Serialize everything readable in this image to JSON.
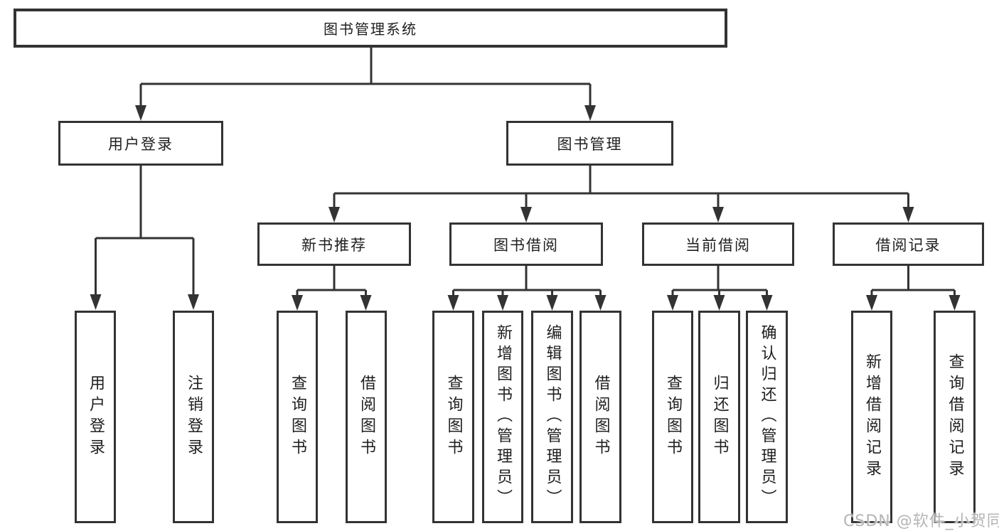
{
  "diagram": {
    "root": {
      "label": "图书管理系统"
    },
    "level1": [
      {
        "label": "用户登录"
      },
      {
        "label": "图书管理"
      }
    ],
    "level2": [
      {
        "label": "新书推荐"
      },
      {
        "label": "图书借阅"
      },
      {
        "label": "当前借阅"
      },
      {
        "label": "借阅记录"
      }
    ],
    "leaves": {
      "user_login": [
        {
          "label": "用户登录"
        },
        {
          "label": "注销登录"
        }
      ],
      "new_book_recommend": [
        {
          "label": "查询图书"
        },
        {
          "label": "借阅图书"
        }
      ],
      "book_borrow": [
        {
          "label": "查询图书"
        },
        {
          "label": "新增图书（管理员）"
        },
        {
          "label": "编辑图书（管理员）"
        },
        {
          "label": "借阅图书"
        }
      ],
      "current_borrow": [
        {
          "label": "查询图书"
        },
        {
          "label": "归还图书"
        },
        {
          "label": "确认归还（管理员）"
        }
      ],
      "borrow_records": [
        {
          "label": "新增借阅记录"
        },
        {
          "label": "查询借阅记录"
        }
      ]
    }
  },
  "watermark": {
    "text": "CSDN @软件_小贺同学"
  },
  "colors": {
    "line": "#333333",
    "text": "#1f1f1f",
    "watermark": "#b5b5b5",
    "background": "#ffffff"
  }
}
